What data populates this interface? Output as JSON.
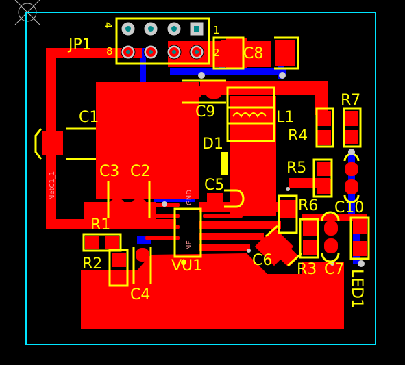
{
  "app": {
    "title": "",
    "view": "PCB layout",
    "layers": {
      "board_outline": "#00e5ff",
      "top_copper": "#ff0000",
      "bottom_copper": "#0000ff",
      "silkscreen": "#ffff00",
      "background": "#000000"
    }
  },
  "designators": {
    "jp1": "JP1",
    "c1": "C1",
    "c2": "C2",
    "c3": "C3",
    "c4": "C4",
    "c5": "C5",
    "c6": "C6",
    "c7": "C7",
    "c8": "C8",
    "c9": "C9",
    "c10": "C10",
    "d1": "D1",
    "l1": "L1",
    "r1": "R1",
    "r2": "R2",
    "r3": "R3",
    "r4": "R4",
    "r5": "R5",
    "r6": "R6",
    "r7": "R7",
    "vu1": "VU1",
    "led1": "LED1"
  },
  "pin_marks": {
    "jp1_pin4": "4",
    "jp1_pin8": "8",
    "jp1_pin1": "1",
    "jp1_pin2": "2"
  },
  "net_labels": {
    "gnd": "GND",
    "ne": "NE",
    "netc1": "NetC1_1"
  }
}
